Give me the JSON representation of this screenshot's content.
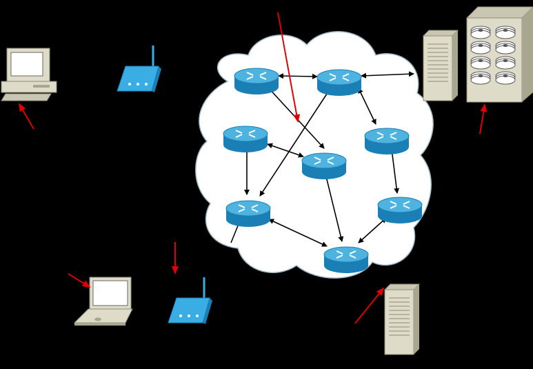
{
  "colors": {
    "background": "#000000",
    "cloud_fill": "#ffffff",
    "cloud_stroke": "#9fb6c2",
    "router_top": "#4fb3e0",
    "router_side": "#1a7fb5",
    "router_mark": "#ffffff",
    "link": "#000000",
    "annotation_arrow": "#e00000",
    "device_beige": "#dedcc8",
    "device_shade": "#a9a690",
    "screen": "#ffffff",
    "access_point": "#3aaee4"
  },
  "diagram": {
    "routers": [
      {
        "id": "r1",
        "icon": "router-icon"
      },
      {
        "id": "r2",
        "icon": "router-icon"
      },
      {
        "id": "r3",
        "icon": "router-icon"
      },
      {
        "id": "r4",
        "icon": "router-icon"
      },
      {
        "id": "r5",
        "icon": "router-icon"
      },
      {
        "id": "r6",
        "icon": "router-icon"
      },
      {
        "id": "r7",
        "icon": "router-icon"
      },
      {
        "id": "r8",
        "icon": "router-icon"
      },
      {
        "id": "r9",
        "icon": "router-icon"
      }
    ],
    "links": [
      [
        "r1",
        "r2"
      ],
      [
        "r2",
        "r7"
      ],
      [
        "r1",
        "r5"
      ],
      [
        "r3",
        "r4"
      ],
      [
        "r3",
        "r5"
      ],
      [
        "r4",
        "r5"
      ],
      [
        "r2",
        "r6"
      ],
      [
        "r6",
        "r9"
      ],
      [
        "r4",
        "r8"
      ],
      [
        "r7",
        "r8"
      ],
      [
        "r9",
        "r8"
      ],
      [
        "r2",
        "server-tower"
      ]
    ],
    "hosts": [
      {
        "id": "desktop",
        "icon": "desktop-computer-icon"
      },
      {
        "id": "access-point-top",
        "icon": "wireless-access-point-icon"
      },
      {
        "id": "server-tower",
        "icon": "server-tower-icon"
      },
      {
        "id": "storage-server",
        "icon": "storage-server-icon"
      },
      {
        "id": "laptop",
        "icon": "laptop-icon"
      },
      {
        "id": "access-point-bottom",
        "icon": "wireless-access-point-icon"
      },
      {
        "id": "server-bottom",
        "icon": "server-tower-icon"
      }
    ],
    "annotation_arrow_count": 6
  }
}
